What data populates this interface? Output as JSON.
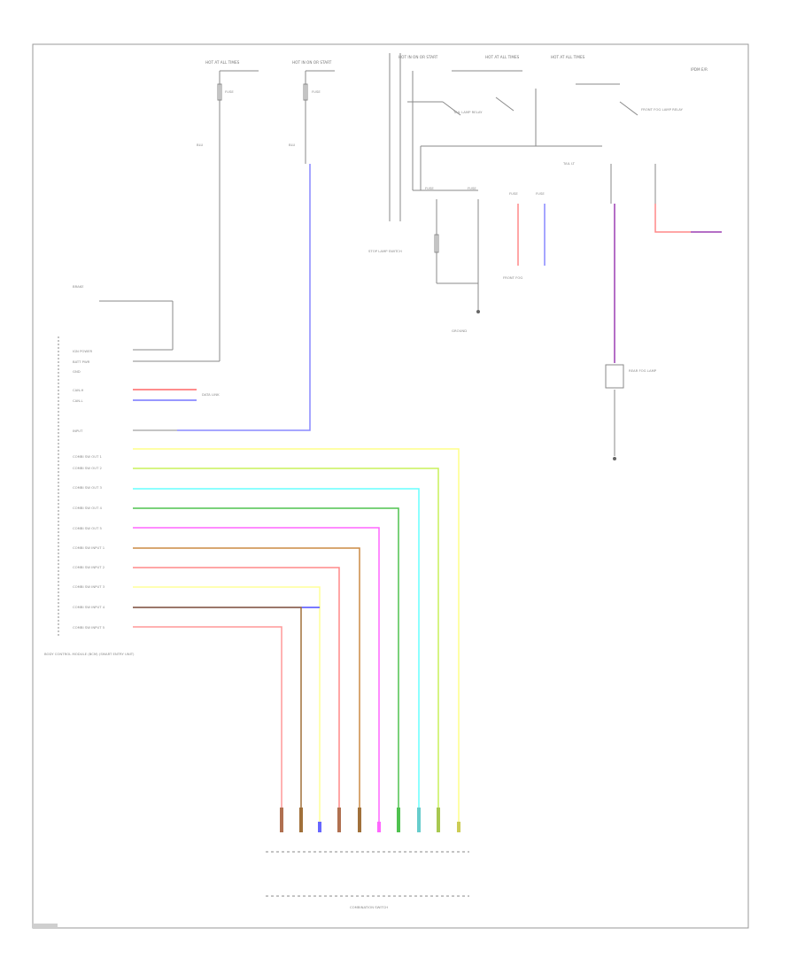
{
  "diagram": {
    "module_label": "BODY CONTROL MODULE (BCM) (SMART ENTRY UNIT)",
    "switch_label": "COMBINATION SWITCH",
    "fuse_labels": [
      "HOT AT ALL TIMES",
      "HOT IN ON OR START",
      "HOT IN ON OR START",
      "HOT AT ALL TIMES",
      "HOT AT ALL TIMES"
    ],
    "module_pins": [
      "IGN POWER",
      "BATT PWR",
      "GND",
      "CAN-H",
      "CAN-L",
      "INPUT",
      "COMBI SW OUT 1",
      "COMBI SW OUT 2",
      "COMBI SW OUT 3",
      "COMBI SW OUT 4",
      "COMBI SW OUT 5",
      "COMBI SW INPUT 1",
      "COMBI SW INPUT 2",
      "COMBI SW INPUT 3",
      "COMBI SW INPUT 4",
      "COMBI SW INPUT 5"
    ],
    "components": [
      "IPDM E/R",
      "TAIL LAMP RELAY",
      "FRONT FOG LAMP RELAY",
      "STOP LAMP SWITCH",
      "REAR FOG LAMP",
      "GROUND"
    ],
    "wire_colors": {
      "yellow": "#ffff66",
      "yellowgreen": "#c8f05a",
      "cyan": "#66ffff",
      "green": "#4fc24f",
      "magenta": "#ff66ff",
      "orange": "#ff9966",
      "salmon": "#ff7f7f",
      "lightyellow": "#ffff99",
      "blue": "#6666ff",
      "brown": "#a0703a",
      "pink": "#ff8888",
      "purple": "#9c3fb3",
      "red": "#ff4444",
      "gray": "#8a8a8a"
    }
  }
}
